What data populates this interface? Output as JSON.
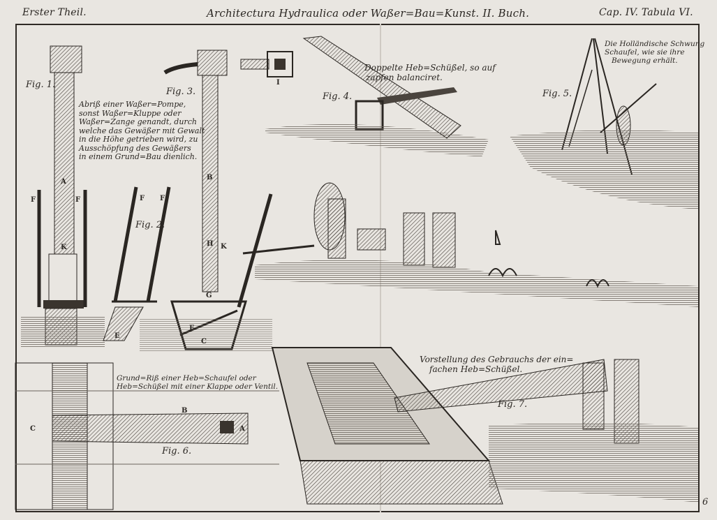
{
  "header": {
    "left": "Erster Theil.",
    "center": "Architectura Hydraulica oder Waßer=Bau=Kunst. II. Buch.",
    "right": "Cap. IV. Tabula VI."
  },
  "figures": {
    "fig1": "Fig. 1.",
    "fig2": "Fig. 2.",
    "fig3": "Fig. 3.",
    "fig4": "Fig. 4.",
    "fig5": "Fig. 5.",
    "fig6": "Fig. 6.",
    "fig7": "Fig. 7."
  },
  "captions": {
    "pump": [
      "Abriß einer Waßer=Pompe,",
      "sonst Waßer=Kluppe oder",
      "Waßer=Zange genandt, durch",
      "welche das Gewäßer mit Gewalt",
      "in die Höhe getrieben wird, zu",
      "Ausschöpfung des Gewäßers",
      "in einem Grund=Bau dienlich."
    ],
    "double_scoop": [
      "Doppelte Heb=Schüßel, so auf",
      "zapfen balanciret."
    ],
    "dutch_swing": [
      "Die Holländische Schwung",
      "Schaufel, wie sie ihre",
      "Bewegung erhält."
    ],
    "ground_plan": [
      "Grund=Riß einer Heb=Schaufel oder",
      "Heb=Schüßel mit einer Klappe oder Ventil."
    ],
    "usage": [
      "Vorstellung des Gebrauchs der ein=",
      "fachen Heb=Schüßel."
    ]
  },
  "letters": {
    "A": "A",
    "B": "B",
    "C": "C",
    "E": "E",
    "F": "F",
    "G": "G",
    "H": "H",
    "K": "K",
    "I": "I"
  },
  "page_number": "6",
  "colors": {
    "paper": "#e9e6e1",
    "ink": "#2a2622",
    "shade": "#5d5750"
  }
}
